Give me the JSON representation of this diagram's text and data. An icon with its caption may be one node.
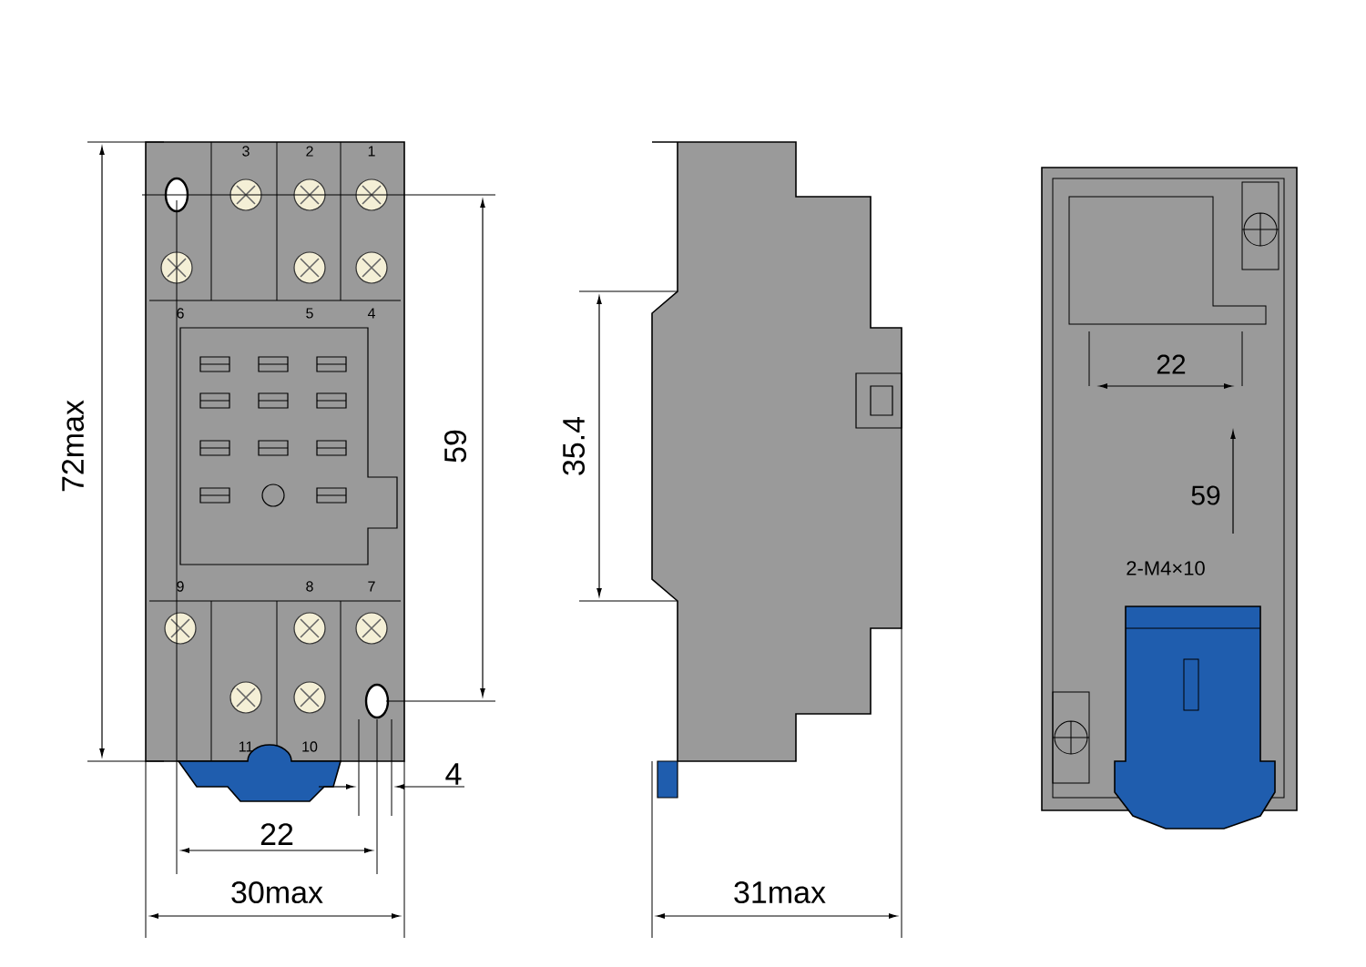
{
  "diagram": {
    "labels": [
      "3",
      "2",
      "1",
      "6",
      "5",
      "4",
      "9",
      "8",
      "7",
      "11",
      "10",
      "72max",
      "59",
      "35.4",
      "22",
      "59",
      "2-M4×10",
      "4",
      "22",
      "30max",
      "31max"
    ]
  }
}
